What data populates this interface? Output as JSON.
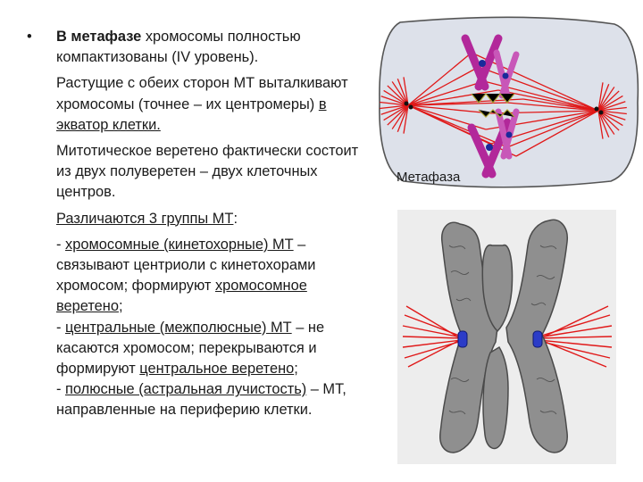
{
  "text": {
    "bullet": "•",
    "p1_bold": "В метафазе",
    "p1_rest": " хромосомы полностью компактизованы   (IV уровень).",
    "p2_main": "Растущие с обеих сторон МТ выталкивают хромосомы (точнее – их центромеры) ",
    "p2_link": "в экватор клетки.",
    "p3": "Митотическое веретено фактически состоит из двух полуверетен – двух клеточных центров.",
    "p4_link": "Различаются 3 группы МТ",
    "p4_tail": ":",
    "g1_dash": "- ",
    "g1_link": "хромосомные (кинетохорные) МТ",
    "g1_text": " – связывают центриоли с кинетохорами хромосом; формируют ",
    "g1_link2": "хромосомное веретено",
    "g1_end": ";",
    "g2_dash": "- ",
    "g2_link": "центральные (межполюсные) МТ",
    "g2_text": " – не касаются хромосом; перекрываются и формируют ",
    "g2_link2": "центральное веретено",
    "g2_end": ";",
    "g3_dash": "- ",
    "g3_link": "полюсные (астральная лучистость)",
    "g3_text": " – МТ, направленные на периферию клетки."
  },
  "figure": {
    "caption": "Метафаза"
  },
  "colors": {
    "spindle": "#e01818",
    "chromosome": "#b2289a",
    "centromere": "#1a2a9a",
    "cell_fill": "#dde1ea",
    "chromatid": "#8f8f8f",
    "photo_bg": "#ededed"
  }
}
